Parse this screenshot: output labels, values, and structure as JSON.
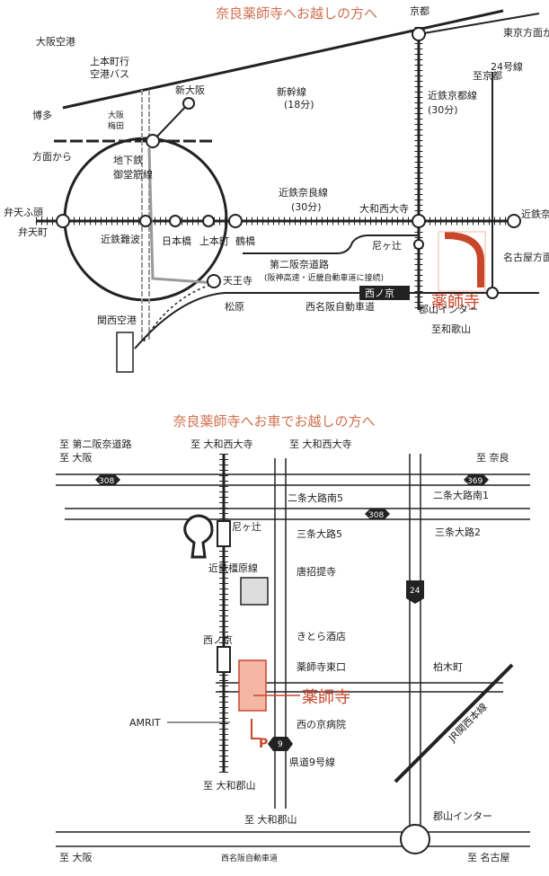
{
  "train_map": {
    "title": "奈良薬師寺へお越しの方へ",
    "destination": "薬師寺",
    "labels": {
      "osaka_airport": "大阪空港",
      "kamihonmachi_bus_1": "上本町行",
      "kamihonmachi_bus_2": "空港バス",
      "shin_osaka": "新大阪",
      "shinkansen_1": "新幹線",
      "shinkansen_2": "(18分)",
      "osaka_umeda_1": "大阪",
      "osaka_umeda_2": "梅田",
      "hakata_1": "博多",
      "hakata_2": "方面から",
      "midosuji_1": "地下鉄",
      "midosuji_2": "御堂筋線",
      "bentenfuto": "弁天ふ頭",
      "bentencho": "弁天町",
      "kintetsu_namba": "近鉄難波",
      "nipponbashi": "日本橋",
      "uehonmachi": "上本町",
      "tsuruhashi": "鶴橋",
      "kintetsu_nara_line_1": "近鉄奈良線",
      "kintetsu_nara_line_2": "(30分)",
      "yamato_saidaiji": "大和西大寺",
      "kintetsu_nara": "近鉄奈良",
      "amagatsuji": "尼ヶ辻",
      "nishinokyo": "西ノ京",
      "tennoji": "天王寺",
      "second_hanna_1": "第二阪奈道路",
      "second_hanna_2": "(阪神高速・近畿自動車道に接続)",
      "kansai_airport": "関西空港",
      "matsubara": "松原",
      "nishimeihan": "西名阪自動車道",
      "koriyama_ic": "郡山インター",
      "to_wakayama": "至和歌山",
      "kyoto": "京都",
      "kyoto_line_1": "近鉄京都線",
      "kyoto_line_2": "(30分)",
      "tokyo_from": "東京方面から",
      "route24": "24号線",
      "to_kyoto": "至京都",
      "nagoya_from": "名古屋方面から"
    }
  },
  "car_map": {
    "title": "奈良薬師寺へお車でお越しの方へ",
    "destination": "薬師寺",
    "labels": {
      "to_hanna_osaka_1": "至 第二阪奈道路",
      "to_hanna_osaka_2": "至 大阪",
      "to_saidaiji_a": "至 大和西大寺",
      "to_saidaiji_b": "至 大和西大寺",
      "to_nara": "至 奈良",
      "route308_a": "308",
      "route308_b": "308",
      "route369": "369",
      "route24": "24",
      "route9": "9",
      "nijo_minami5": "二条大路南5",
      "nijo_minami1": "二条大路南1",
      "sanjo5": "三条大路5",
      "sanjo2": "三条大路2",
      "amagatsuji": "尼ヶ辻",
      "toshodaiji": "唐招提寺",
      "kashihara_line": "近鉄橿原線",
      "kitora": "きとら酒店",
      "nishinokyo": "西ノ京",
      "yakushiji_east": "薬師寺東口",
      "kashiwagi": "柏木町",
      "amrit": "AMRIT",
      "hospital": "西の京病院",
      "parking": "P",
      "jr_line": "JR関西本線",
      "pref_road9": "県道9号線",
      "to_koriyama_a": "至 大和郡山",
      "to_koriyama_b": "至 大和郡山",
      "koriyama_ic": "郡山インター",
      "to_osaka": "至 大阪",
      "nishimeihan": "西名阪自動車道",
      "to_nagoya": "至 名古屋"
    }
  },
  "colors": {
    "accent": "#c8462a",
    "title": "#d0704f",
    "line": "#222222",
    "rail_gray": "#999999",
    "temple_fill": "#f3b7a4"
  },
  "icons": {
    "station": "station-circle-icon",
    "interchange": "interchange-icon",
    "route_sign": "route-hexagon-icon",
    "keyhole_tomb": "keyhole-mound-icon"
  }
}
